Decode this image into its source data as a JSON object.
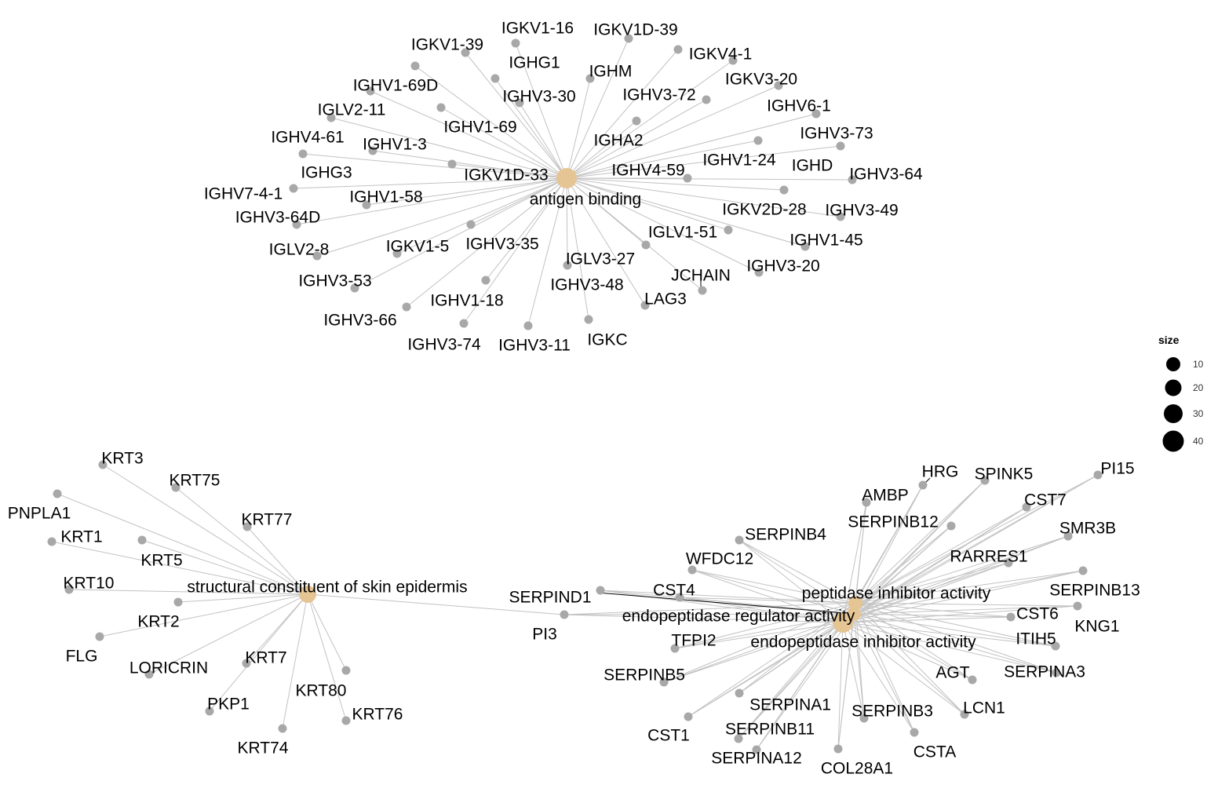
{
  "colors": {
    "edge": "#c2c2c2",
    "gene_node": "#a8a8a8",
    "category_node": "#e6c594",
    "legend_dot": "#000000",
    "text": "#000000"
  },
  "legend": {
    "title": "size",
    "entries": [
      "10",
      "20",
      "30",
      "40"
    ]
  },
  "categories": [
    {
      "id": "antigen",
      "label": "antigen binding"
    },
    {
      "id": "skin",
      "label": "structural constituent of skin epidermis"
    },
    {
      "id": "pia",
      "label": "peptidase inhibitor activity"
    },
    {
      "id": "era",
      "label": "endopeptidase regulator activity"
    },
    {
      "id": "eia",
      "label": "endopeptidase inhibitor activity"
    }
  ],
  "genes": [
    {
      "label": "IGKV1-16",
      "links": [
        "antigen"
      ]
    },
    {
      "label": "IGKV1D-39",
      "links": [
        "antigen"
      ]
    },
    {
      "label": "IGKV1-39",
      "links": [
        "antigen"
      ]
    },
    {
      "label": "IGHG1",
      "links": [
        "antigen"
      ]
    },
    {
      "label": "IGKV4-1",
      "links": [
        "antigen"
      ]
    },
    {
      "label": "IGHM",
      "links": [
        "antigen"
      ]
    },
    {
      "label": "IGKV3-20",
      "links": [
        "antigen"
      ]
    },
    {
      "label": "IGHV1-69D",
      "links": [
        "antigen"
      ]
    },
    {
      "label": "IGHV3-30",
      "links": [
        "antigen"
      ]
    },
    {
      "label": "IGHV3-72",
      "links": [
        "antigen"
      ]
    },
    {
      "label": "IGLV2-11",
      "links": [
        "antigen"
      ]
    },
    {
      "label": "IGHV6-1",
      "links": [
        "antigen"
      ]
    },
    {
      "label": "IGHV1-69",
      "links": [
        "antigen"
      ]
    },
    {
      "label": "IGHV4-61",
      "links": [
        "antigen"
      ]
    },
    {
      "label": "IGHV3-73",
      "links": [
        "antigen"
      ]
    },
    {
      "label": "IGHV1-3",
      "links": [
        "antigen"
      ]
    },
    {
      "label": "IGHA2",
      "links": [
        "antigen"
      ]
    },
    {
      "label": "IGHG3",
      "links": [
        "antigen"
      ]
    },
    {
      "label": "IGHV1-24",
      "links": [
        "antigen"
      ]
    },
    {
      "label": "IGHD",
      "links": [
        "antigen"
      ]
    },
    {
      "label": "IGKV1D-33",
      "links": [
        "antigen"
      ]
    },
    {
      "label": "IGHV4-59",
      "links": [
        "antigen"
      ]
    },
    {
      "label": "IGHV3-64",
      "links": [
        "antigen"
      ]
    },
    {
      "label": "IGHV7-4-1",
      "links": [
        "antigen"
      ]
    },
    {
      "label": "IGHV1-58",
      "links": [
        "antigen"
      ]
    },
    {
      "label": "IGHV3-64D",
      "links": [
        "antigen"
      ]
    },
    {
      "label": "IGKV2D-28",
      "links": [
        "antigen"
      ]
    },
    {
      "label": "IGHV3-49",
      "links": [
        "antigen"
      ]
    },
    {
      "label": "IGLV1-51",
      "links": [
        "antigen"
      ]
    },
    {
      "label": "IGHV1-45",
      "links": [
        "antigen"
      ]
    },
    {
      "label": "IGLV2-8",
      "links": [
        "antigen"
      ]
    },
    {
      "label": "IGKV1-5",
      "links": [
        "antigen"
      ]
    },
    {
      "label": "IGHV3-35",
      "links": [
        "antigen"
      ]
    },
    {
      "label": "IGLV3-27",
      "links": [
        "antigen"
      ]
    },
    {
      "label": "IGHV3-20",
      "links": [
        "antigen"
      ]
    },
    {
      "label": "JCHAIN",
      "links": [
        "antigen"
      ]
    },
    {
      "label": "IGHV3-53",
      "links": [
        "antigen"
      ]
    },
    {
      "label": "IGHV3-48",
      "links": [
        "antigen"
      ]
    },
    {
      "label": "LAG3",
      "links": [
        "antigen"
      ]
    },
    {
      "label": "IGHV1-18",
      "links": [
        "antigen"
      ]
    },
    {
      "label": "IGHV3-66",
      "links": [
        "antigen"
      ]
    },
    {
      "label": "IGHV3-74",
      "links": [
        "antigen"
      ]
    },
    {
      "label": "IGHV3-11",
      "links": [
        "antigen"
      ]
    },
    {
      "label": "IGKC",
      "links": [
        "antigen"
      ]
    },
    {
      "label": "KRT3",
      "links": [
        "skin"
      ]
    },
    {
      "label": "KRT75",
      "links": [
        "skin"
      ]
    },
    {
      "label": "PNPLA1",
      "links": [
        "skin"
      ]
    },
    {
      "label": "KRT77",
      "links": [
        "skin"
      ]
    },
    {
      "label": "KRT1",
      "links": [
        "skin"
      ]
    },
    {
      "label": "KRT5",
      "links": [
        "skin"
      ]
    },
    {
      "label": "KRT10",
      "links": [
        "skin"
      ]
    },
    {
      "label": "KRT2",
      "links": [
        "skin"
      ]
    },
    {
      "label": "FLG",
      "links": [
        "skin"
      ]
    },
    {
      "label": "LORICRIN",
      "links": [
        "skin"
      ]
    },
    {
      "label": "KRT7",
      "links": [
        "skin"
      ]
    },
    {
      "label": "KRT80",
      "links": [
        "skin"
      ]
    },
    {
      "label": "PKP1",
      "links": [
        "skin"
      ]
    },
    {
      "label": "KRT76",
      "links": [
        "skin"
      ]
    },
    {
      "label": "KRT74",
      "links": [
        "skin"
      ]
    },
    {
      "label": "PI3",
      "links": [
        "skin",
        "pia",
        "era",
        "eia"
      ]
    },
    {
      "label": "SERPIND1",
      "links": [
        "pia",
        "era",
        "eia"
      ]
    },
    {
      "label": "HRG",
      "links": [
        "pia",
        "era",
        "eia"
      ]
    },
    {
      "label": "SPINK5",
      "links": [
        "pia",
        "era",
        "eia"
      ]
    },
    {
      "label": "PI15",
      "links": [
        "pia",
        "era",
        "eia"
      ]
    },
    {
      "label": "AMBP",
      "links": [
        "pia",
        "era",
        "eia"
      ]
    },
    {
      "label": "CST7",
      "links": [
        "pia",
        "era",
        "eia"
      ]
    },
    {
      "label": "SERPINB12",
      "links": [
        "pia",
        "era",
        "eia"
      ]
    },
    {
      "label": "SMR3B",
      "links": [
        "pia",
        "era",
        "eia"
      ]
    },
    {
      "label": "SERPINB4",
      "links": [
        "pia",
        "era",
        "eia"
      ]
    },
    {
      "label": "RARRES1",
      "links": [
        "pia",
        "era",
        "eia"
      ]
    },
    {
      "label": "WFDC12",
      "links": [
        "pia",
        "era",
        "eia"
      ]
    },
    {
      "label": "SERPINB13",
      "links": [
        "pia",
        "era",
        "eia"
      ]
    },
    {
      "label": "CST4",
      "links": [
        "pia",
        "era",
        "eia"
      ]
    },
    {
      "label": "CST6",
      "links": [
        "pia",
        "era",
        "eia"
      ]
    },
    {
      "label": "KNG1",
      "links": [
        "pia",
        "era",
        "eia"
      ]
    },
    {
      "label": "TFPI2",
      "links": [
        "pia",
        "era",
        "eia"
      ]
    },
    {
      "label": "ITIH5",
      "links": [
        "pia",
        "era",
        "eia"
      ]
    },
    {
      "label": "SERPINB5",
      "links": [
        "pia",
        "era",
        "eia"
      ]
    },
    {
      "label": "AGT",
      "links": [
        "pia",
        "era",
        "eia"
      ]
    },
    {
      "label": "SERPINA3",
      "links": [
        "pia",
        "era",
        "eia"
      ]
    },
    {
      "label": "SERPINA1",
      "links": [
        "pia",
        "era",
        "eia"
      ]
    },
    {
      "label": "SERPINB3",
      "links": [
        "pia",
        "era",
        "eia"
      ]
    },
    {
      "label": "LCN1",
      "links": [
        "pia",
        "era",
        "eia"
      ]
    },
    {
      "label": "CST1",
      "links": [
        "pia",
        "era",
        "eia"
      ]
    },
    {
      "label": "SERPINB11",
      "links": [
        "pia",
        "era",
        "eia"
      ]
    },
    {
      "label": "CSTA",
      "links": [
        "pia",
        "era",
        "eia"
      ]
    },
    {
      "label": "SERPINA12",
      "links": [
        "pia",
        "era",
        "eia"
      ]
    },
    {
      "label": "COL28A1",
      "links": [
        "pia",
        "era",
        "eia"
      ]
    }
  ]
}
